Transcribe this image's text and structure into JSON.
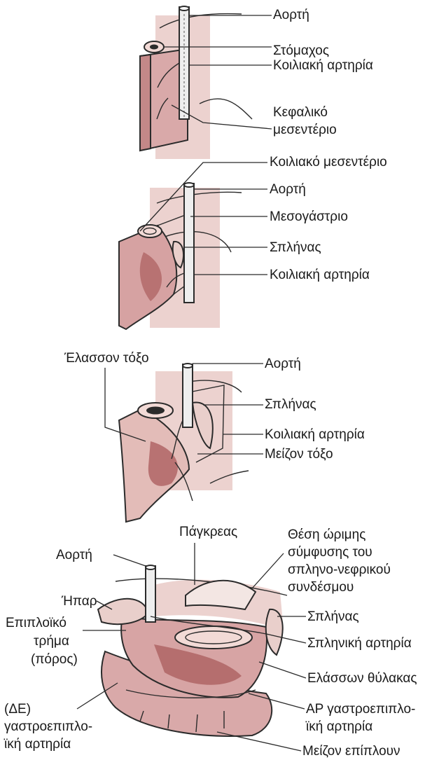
{
  "colors": {
    "tissue": "#d7a4a4",
    "tissue_light": "#efd4d1",
    "tissue_dark": "#b56e6e",
    "outline": "#2b2b2b",
    "background_band": "#ecd2cf"
  },
  "stage1": {
    "labels": {
      "aorta": "Αορτή",
      "stomach": "Στόμαχος",
      "celiac_artery": "Κοιλιακή αρτηρία",
      "cephalic_mesentery_1": "Κεφαλικό",
      "cephalic_mesentery_2": "μεσεντέριο"
    }
  },
  "stage2": {
    "labels": {
      "celiac_mesentery": "Κοιλιακό μεσεντέριο",
      "aorta": "Αορτή",
      "mesogastrium": "Μεσογάστριο",
      "spleen": "Σπλήνας",
      "celiac_artery": "Κοιλιακή αρτηρία"
    }
  },
  "stage3": {
    "labels": {
      "lesser_curvature": "Έλασσον τόξο",
      "aorta": "Αορτή",
      "spleen": "Σπλήνας",
      "celiac_artery": "Κοιλιακή αρτηρία",
      "greater_curvature": "Μείζον τόξο"
    }
  },
  "stage4": {
    "labels": {
      "pancreas": "Πάγκρεας",
      "fusion_1": "Θέση ώριμης",
      "fusion_2": "σύμφυσης του",
      "fusion_3": "σπληνο-νεφρικού",
      "fusion_4": "συνδέσμου",
      "aorta": "Αορτή",
      "liver": "Ήπαρ",
      "epiploic_1": "Επιπλοϊκό",
      "epiploic_2": "τρήμα",
      "epiploic_3": "(πόρος)",
      "spleen": "Σπλήνας",
      "splenic_artery": "Σπληνική αρτηρία",
      "lesser_sac": "Ελάσσων θύλακας",
      "left_ge_1": "ΑΡ γαστροεπιπλο-",
      "left_ge_2": "ϊκή αρτηρία",
      "right_ge_1": "(ΔΕ)",
      "right_ge_2": "γαστροεπιπλο-",
      "right_ge_3": "ϊκή αρτηρία",
      "greater_omentum": "Μείζον επίπλουν"
    }
  }
}
